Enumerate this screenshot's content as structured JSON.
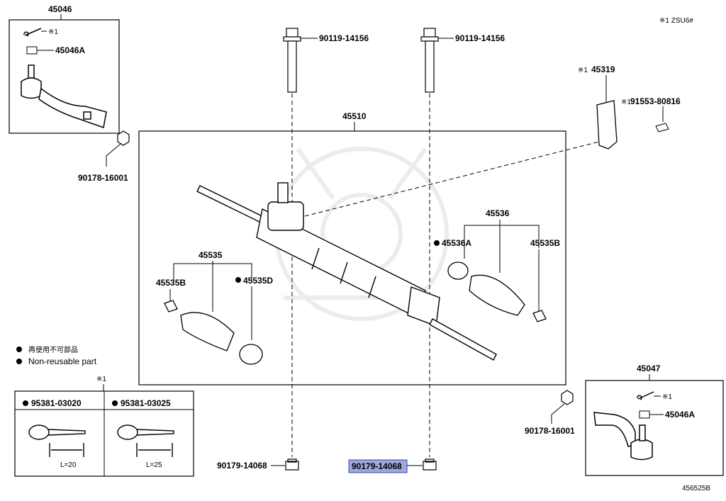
{
  "diagram": {
    "note_top_right": "※1 ZSU6#",
    "diagram_code": "456525B",
    "rack_assy": "45510",
    "tie_rod_end_lh": {
      "number": "45046",
      "sub_number": "45046A",
      "cotter_ref": "※1"
    },
    "tie_rod_end_rh": {
      "number": "45047",
      "sub_number": "45046A",
      "cotter_ref": "※1"
    },
    "bolt_left": "90119-14156",
    "bolt_right": "90119-14156",
    "nut_left_top": "90178-16001",
    "nut_right_bottom": "90178-16001",
    "nut_bottom_left": "90179-14068",
    "nut_bottom_highlight": "90179-14068",
    "bracket": {
      "ref": "※1",
      "number": "45319"
    },
    "bracket_bolt": {
      "ref": "※1",
      "number": "91553-80816"
    },
    "boot_kit_left": {
      "number": "45535",
      "clamp": "45535B",
      "boot": "45535D"
    },
    "boot_kit_right": {
      "number": "45536",
      "clamp": "45536A",
      "boot": "45535B"
    },
    "legend": {
      "jp": "再使用不可部品",
      "en": "Non-reusable part"
    },
    "cotter_table": {
      "ref": "※1",
      "col1": {
        "part": "95381-03020",
        "length": "L=20"
      },
      "col2": {
        "part": "95381-03025",
        "length": "L=25"
      }
    }
  }
}
